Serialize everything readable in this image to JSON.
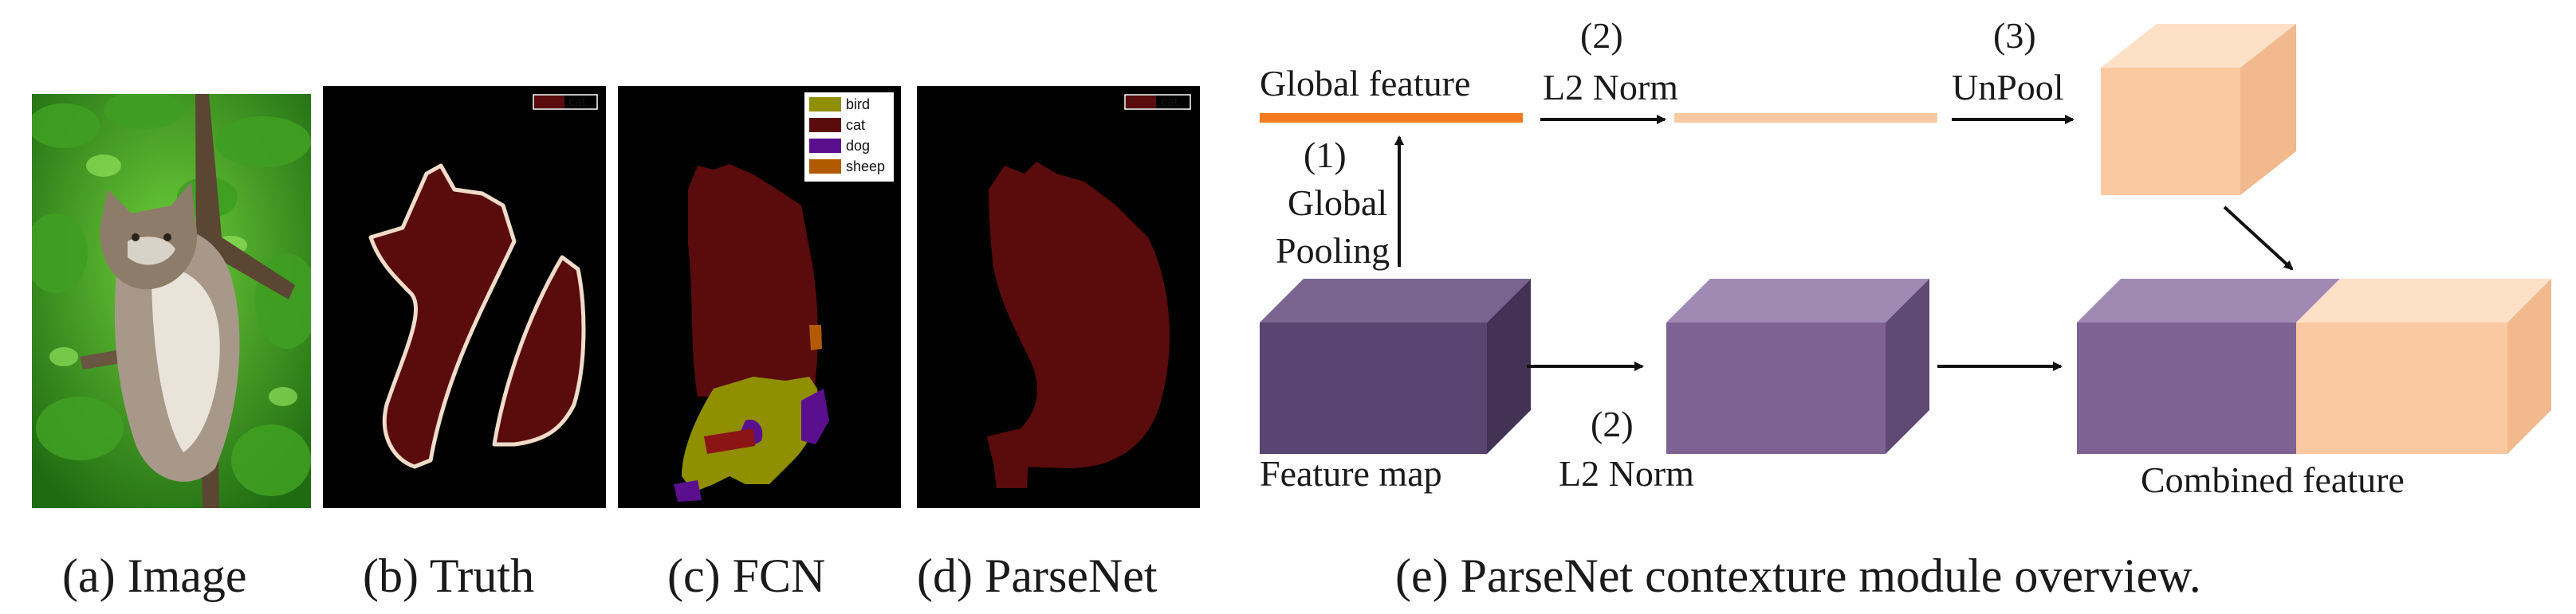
{
  "panels": {
    "image": {
      "caption": "(a) Image"
    },
    "truth": {
      "caption": "(b) Truth",
      "legend": [
        {
          "label": "cat",
          "color": "#5a0b0b"
        }
      ]
    },
    "fcn": {
      "caption": "(c) FCN",
      "legend": [
        {
          "label": "bird",
          "color": "#8f8f00"
        },
        {
          "label": "cat",
          "color": "#5a0b0b"
        },
        {
          "label": "dog",
          "color": "#5a0f8f"
        },
        {
          "label": "sheep",
          "color": "#b25a00"
        }
      ]
    },
    "parsenet": {
      "caption": "(d) ParseNet",
      "legend": [
        {
          "label": "cat",
          "color": "#5a0b0b"
        }
      ]
    }
  },
  "diagram": {
    "caption": "(e) ParseNet contexture module overview.",
    "global_feature": "Global feature",
    "step1_num": "(1)",
    "step1_line1": "Global",
    "step1_line2": "Pooling",
    "step2_num_top": "(2)",
    "step2_label_top": "L2 Norm",
    "step3_num": "(3)",
    "step3_label": "UnPool",
    "step2_num_bottom": "(2)",
    "step2_label_bottom": "L2 Norm",
    "feature_map": "Feature map",
    "combined_feature": "Combined feature",
    "colors": {
      "orange_bar": "#f47a1f",
      "peach": "#fbc9a1",
      "dark_purple": "#5a4471",
      "mid_purple": "#7e6294"
    }
  }
}
